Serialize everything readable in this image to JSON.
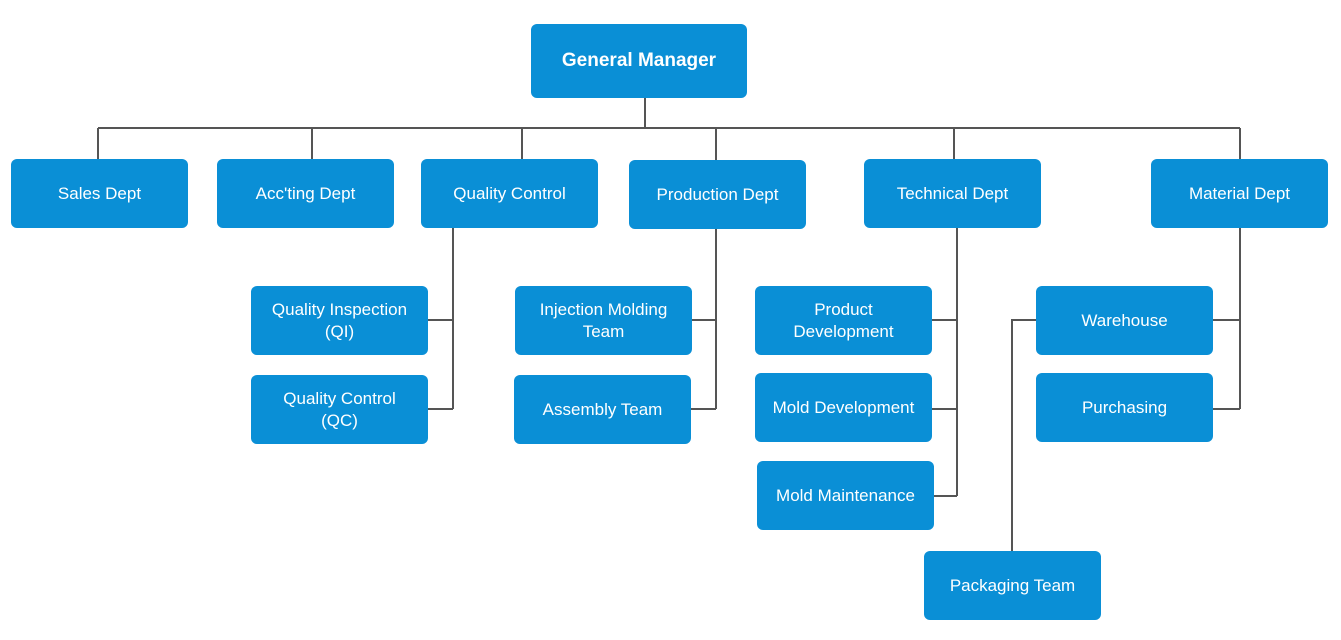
{
  "org_chart": {
    "root": {
      "label": "General Manager"
    },
    "departments": {
      "sales": {
        "label": "Sales Dept"
      },
      "accounting": {
        "label": "Acc'ting Dept"
      },
      "quality": {
        "label": "Quality Control",
        "children": [
          "Quality Inspection\n(QI)",
          "Quality Control\n(QC)"
        ]
      },
      "production": {
        "label": "Production Dept",
        "children": [
          "Injection Molding\nTeam",
          "Assembly Team"
        ]
      },
      "technical": {
        "label": "Technical Dept",
        "children": [
          "Product\nDevelopment",
          "Mold Development",
          "Mold Maintenance"
        ]
      },
      "material": {
        "label": "Material Dept",
        "children": [
          "Warehouse",
          "Purchasing"
        ]
      }
    },
    "packaging": {
      "label": "Packaging Team",
      "reports_to": "Warehouse"
    }
  },
  "colors": {
    "node_fill": "#0a8fd6",
    "node_text": "#ffffff",
    "connector": "#555555"
  }
}
